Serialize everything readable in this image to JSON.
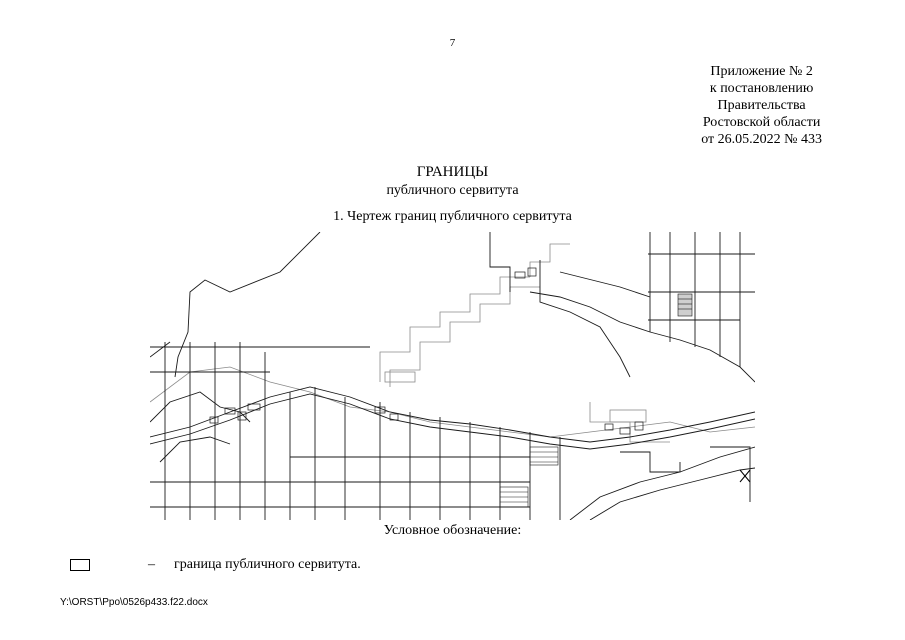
{
  "page_number": "7",
  "appendix": {
    "lines": [
      "Приложение № 2",
      "к постановлению",
      "Правительства",
      "Ростовской области",
      "от 26.05.2022 № 433"
    ]
  },
  "heading": {
    "title": "ГРАНИЦЫ",
    "subtitle": "публичного сервитута"
  },
  "section_title": "1. Чертеж границ публичного сервитута",
  "legend": {
    "title": "Условное обозначение:",
    "dash": "–",
    "item_label": "граница публичного сервитута."
  },
  "file_path": "Y:\\ORST\\Ppo\\0526p433.f22.docx"
}
